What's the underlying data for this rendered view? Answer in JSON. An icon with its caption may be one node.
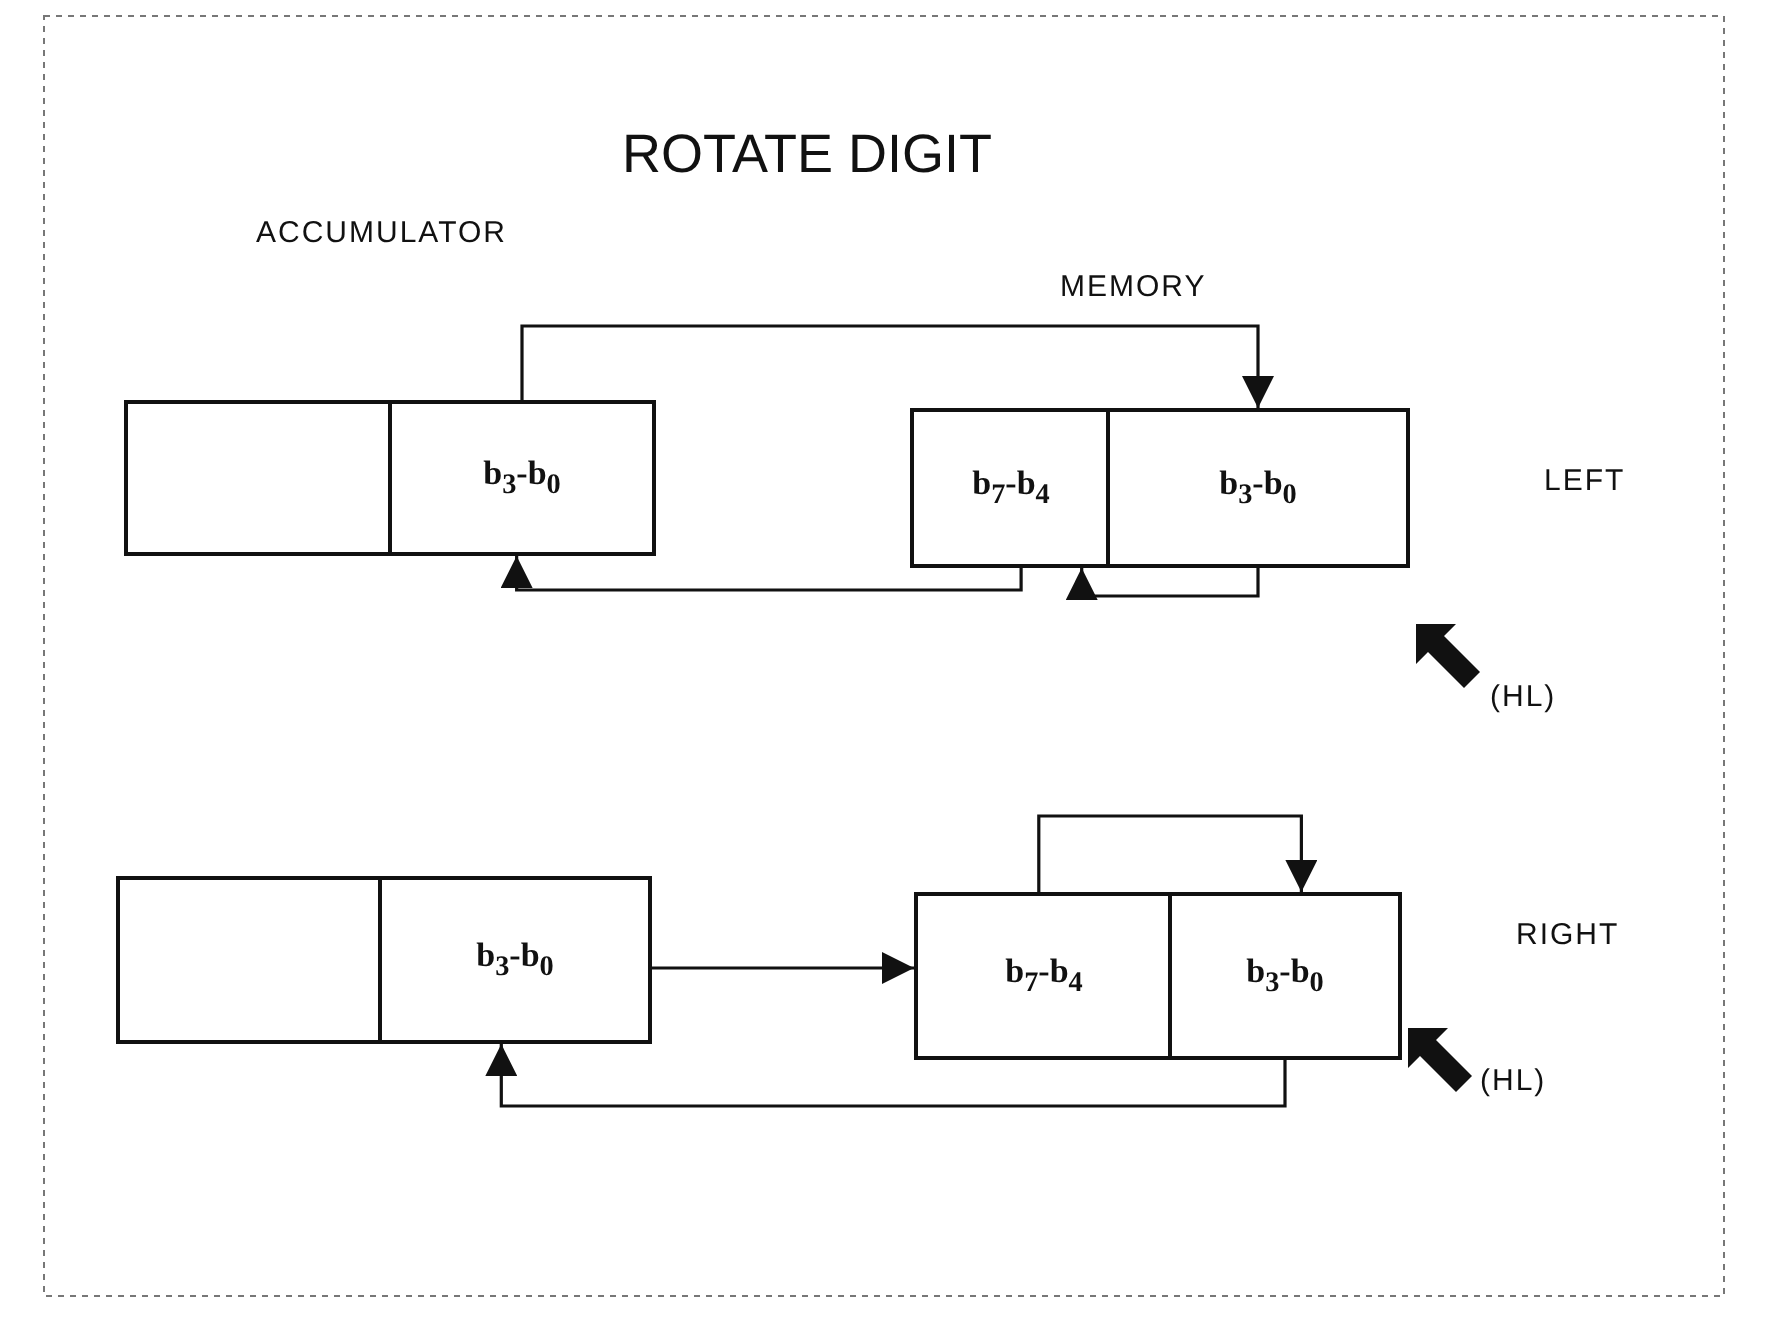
{
  "diagram": {
    "title": "ROTATE DIGIT",
    "nodes": [
      {
        "text": [],
        "shape": "box"
      },
      {
        "text": [
          "b$_{3}$-b$_{0}$"
        ]
      },
      {
        "text": [
          "b$_{7}$-b$_{4}$"
        ]
      },
      {
        "text": [
          "b$_{3}$-b$_{0}$"
        ]
      },
      {
        "text": [],
        "shape": "box"
      },
      {
        "text": [
          "b$_{3}$-b$_{0}$"
        ]
      },
      {
        "text": [
          "b$_{7}$-b$_{4}$"
        ]
      },
      {
        "text": [
          "b$_{3}$-b$_{0}$"
        ]
      }
    ],
    "edges": [
      {
        "from": 1,
        "to": 3,
        "arrow": "to"
      },
      {
        "from": 2,
        "to": 1,
        "arrow": "to"
      },
      {
        "from": 3,
        "to": 2,
        "arrow": "to"
      },
      {
        "from": 5,
        "to": 6,
        "arrow": "to"
      },
      {
        "from": 6,
        "to": 7,
        "arrow": "to"
      },
      {
        "from": 7,
        "to": 5,
        "arrow": "to"
      }
    ],
    "labels": [
      "ACCUMULATOR",
      "MEMORY",
      "LEFT",
      "(HL)",
      "RIGHT",
      "(HL)"
    ]
  }
}
